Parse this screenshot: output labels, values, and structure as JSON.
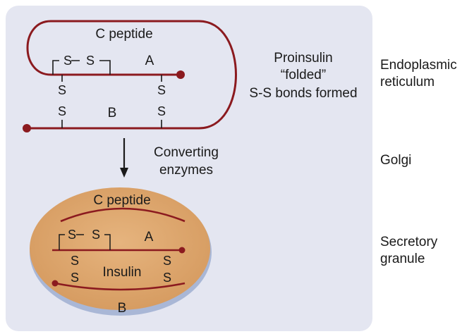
{
  "top": {
    "c_peptide": "C peptide",
    "chain_a": "A",
    "chain_b": "B",
    "s": "S",
    "caption_line1": "Proinsulin",
    "caption_line2": "“folded”",
    "caption_line3": "S-S bonds formed"
  },
  "middle": {
    "enzyme_line1": "Converting",
    "enzyme_line2": "enzymes"
  },
  "granule": {
    "c_peptide": "C peptide",
    "chain_a": "A",
    "chain_b": "B",
    "insulin": "Insulin",
    "s": "S"
  },
  "locations": {
    "er_line1": "Endoplasmic",
    "er_line2": "reticulum",
    "golgi": "Golgi",
    "secretory_line1": "Secretory",
    "secretory_line2": "granule"
  },
  "colors": {
    "panel": "#e4e6f1",
    "chain": "#8b1a1f",
    "granule_fill": "#dba56f",
    "granule_rim": "#a9b7d6"
  }
}
